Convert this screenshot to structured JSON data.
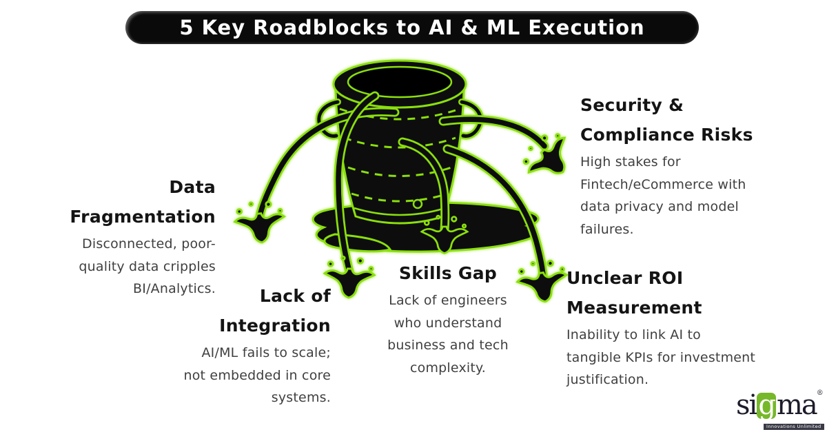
{
  "title": "5 Key Roadblocks to AI & ML Execution",
  "colors": {
    "accent_green": "#8ADF0A",
    "ink_black": "#0b0b0b",
    "heading_text": "#141414",
    "body_text": "#3f3f3f",
    "banner_bg": "#0a0a0a",
    "banner_text": "#ffffff",
    "logo_green": "#76B82A",
    "logo_ink": "#1c1c2b"
  },
  "illustration": {
    "name": "leaky-bucket-with-five-leaks"
  },
  "roadblocks": [
    {
      "id": "data-fragmentation",
      "heading_lines": [
        "Data",
        "Fragmentation"
      ],
      "body_lines": [
        "Disconnected, poor-",
        "quality data cripples",
        "BI/Analytics."
      ]
    },
    {
      "id": "lack-of-integration",
      "heading_lines": [
        "Lack of",
        "Integration"
      ],
      "body_lines": [
        "AI/ML fails to scale;",
        "not embedded in core",
        "systems."
      ]
    },
    {
      "id": "skills-gap",
      "heading_lines": [
        "Skills Gap"
      ],
      "body_lines": [
        "Lack of engineers",
        "who understand",
        "business and tech",
        "complexity."
      ]
    },
    {
      "id": "unclear-roi-measurement",
      "heading_lines": [
        "Unclear ROI",
        "Measurement"
      ],
      "body_lines": [
        "Inability to link AI to",
        "tangible KPIs for investment",
        "justification."
      ]
    },
    {
      "id": "security-compliance-risks",
      "heading_lines": [
        "Security &",
        "Compliance Risks"
      ],
      "body_lines": [
        "High stakes for",
        "Fintech/eCommerce with",
        "data privacy and model",
        "failures."
      ]
    }
  ],
  "logo": {
    "word_start": "si",
    "letter_boxed": "g",
    "word_end": "ma",
    "registered_mark": "®",
    "tagline": "Innovations Unlimited"
  }
}
